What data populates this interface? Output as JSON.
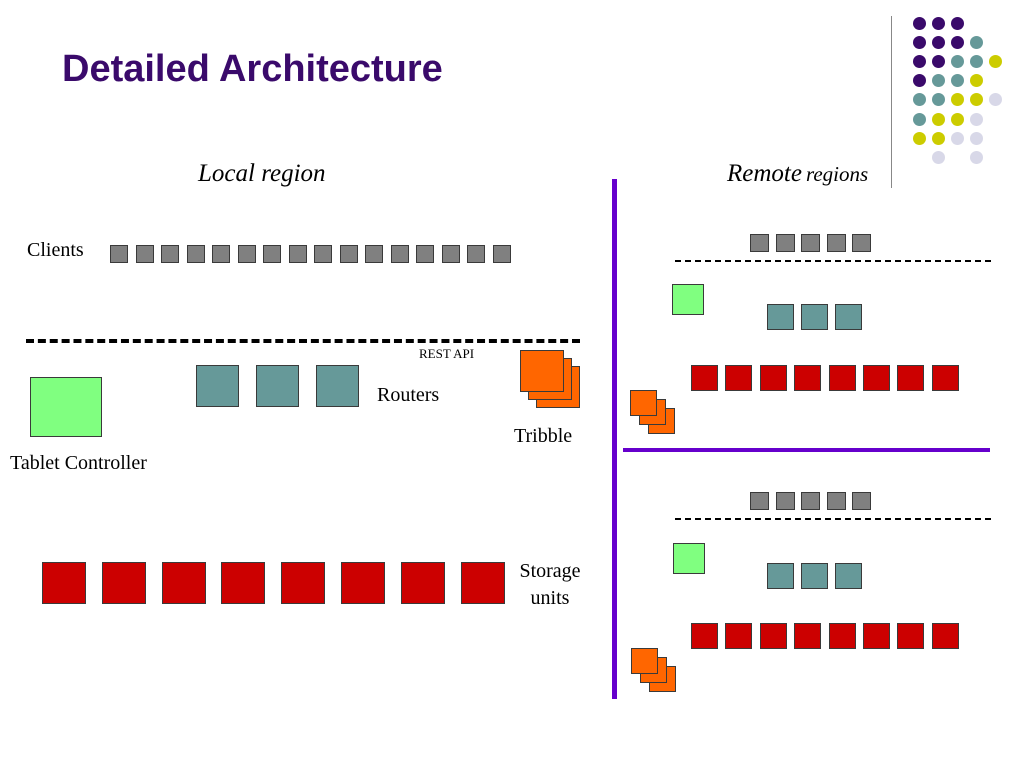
{
  "slide": {
    "title": "Detailed Architecture",
    "local_heading": "Local region",
    "remote_heading_word1": "Remote",
    "remote_heading_word2": "regions"
  },
  "labels": {
    "clients": "Clients",
    "rest_api": "REST API",
    "routers": "Routers",
    "tribble": "Tribble",
    "tablet_controller": "Tablet Controller",
    "storage_line1": "Storage",
    "storage_line2": "units"
  },
  "colors": {
    "title": "#3a0a6b",
    "client": "#808080",
    "router": "#669999",
    "storage": "#cc0000",
    "tablet": "#80ff80",
    "tribble": "#ff6600",
    "divider": "#6600cc",
    "dot_purple": "#3a0a6b",
    "dot_teal": "#669999",
    "dot_yellow": "#cccc00",
    "dot_lavender": "#d8d8e8"
  },
  "counts": {
    "local_clients": 16,
    "local_routers": 3,
    "local_storage": 8,
    "remote_clients": 5,
    "remote_routers": 3,
    "remote_storage": 8
  },
  "decor_dots": [
    [
      "dot_purple",
      "dot_purple",
      "dot_purple"
    ],
    [
      "dot_purple",
      "dot_purple",
      "dot_purple",
      "dot_teal"
    ],
    [
      "dot_purple",
      "dot_purple",
      "dot_teal",
      "dot_teal",
      "dot_yellow"
    ],
    [
      "dot_purple",
      "dot_teal",
      "dot_teal",
      "dot_yellow"
    ],
    [
      "dot_teal",
      "dot_teal",
      "dot_yellow",
      "dot_yellow",
      "dot_lavender"
    ],
    [
      "dot_teal",
      "dot_yellow",
      "dot_yellow",
      "dot_lavender"
    ],
    [
      "dot_yellow",
      "dot_yellow",
      "dot_lavender",
      "dot_lavender"
    ],
    [
      "dot_lavender",
      "dot_lavender"
    ]
  ]
}
